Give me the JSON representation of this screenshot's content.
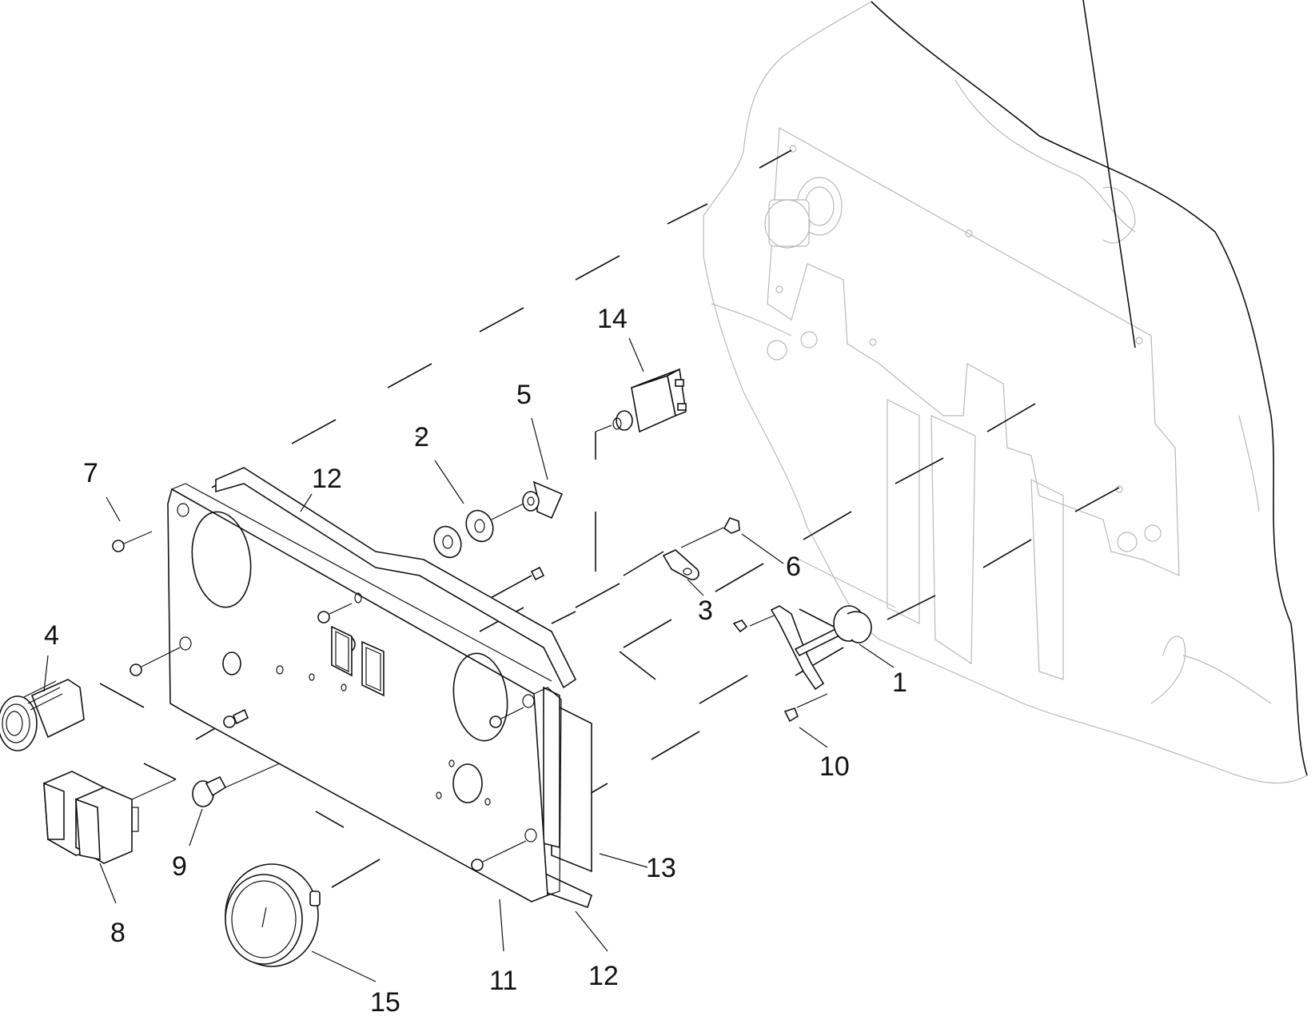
{
  "callouts": [
    {
      "id": "1",
      "text": "1"
    },
    {
      "id": "2",
      "text": "2"
    },
    {
      "id": "3",
      "text": "3"
    },
    {
      "id": "4",
      "text": "4"
    },
    {
      "id": "5",
      "text": "5"
    },
    {
      "id": "6",
      "text": "6"
    },
    {
      "id": "7",
      "text": "7"
    },
    {
      "id": "8",
      "text": "8"
    },
    {
      "id": "9",
      "text": "9"
    },
    {
      "id": "10",
      "text": "10"
    },
    {
      "id": "11",
      "text": "11"
    },
    {
      "id": "12a",
      "text": "12"
    },
    {
      "id": "12b",
      "text": "12"
    },
    {
      "id": "13",
      "text": "13"
    },
    {
      "id": "14",
      "text": "14"
    },
    {
      "id": "15",
      "text": "15"
    }
  ]
}
